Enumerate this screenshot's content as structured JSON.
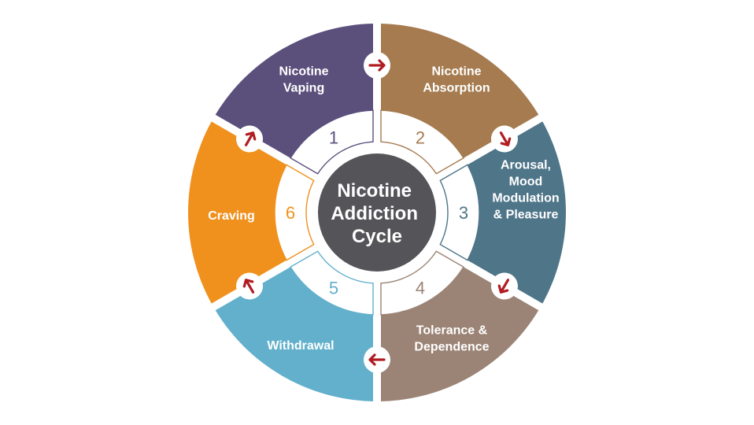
{
  "diagram": {
    "center": {
      "lines": [
        "Nicotine",
        "Addiction",
        "Cycle"
      ],
      "color": "#555459"
    },
    "segments": [
      {
        "number": "1",
        "lines": [
          "Nicotine",
          "Vaping"
        ],
        "color": "#5b4f7c"
      },
      {
        "number": "2",
        "lines": [
          "Nicotine",
          "Absorption"
        ],
        "color": "#a57b4f"
      },
      {
        "number": "3",
        "lines": [
          "Arousal,",
          "Mood",
          "Modulation",
          "& Pleasure"
        ],
        "color": "#4f7589"
      },
      {
        "number": "4",
        "lines": [
          "Tolerance &",
          "Dependence"
        ],
        "color": "#9b8476"
      },
      {
        "number": "5",
        "lines": [
          "Withdrawal"
        ],
        "color": "#62b0cb"
      },
      {
        "number": "6",
        "lines": [
          "Craving"
        ],
        "color": "#f0911e"
      }
    ],
    "arrow_color": "#b01c22",
    "arrow_icon": "cycle-arrow-icon"
  }
}
